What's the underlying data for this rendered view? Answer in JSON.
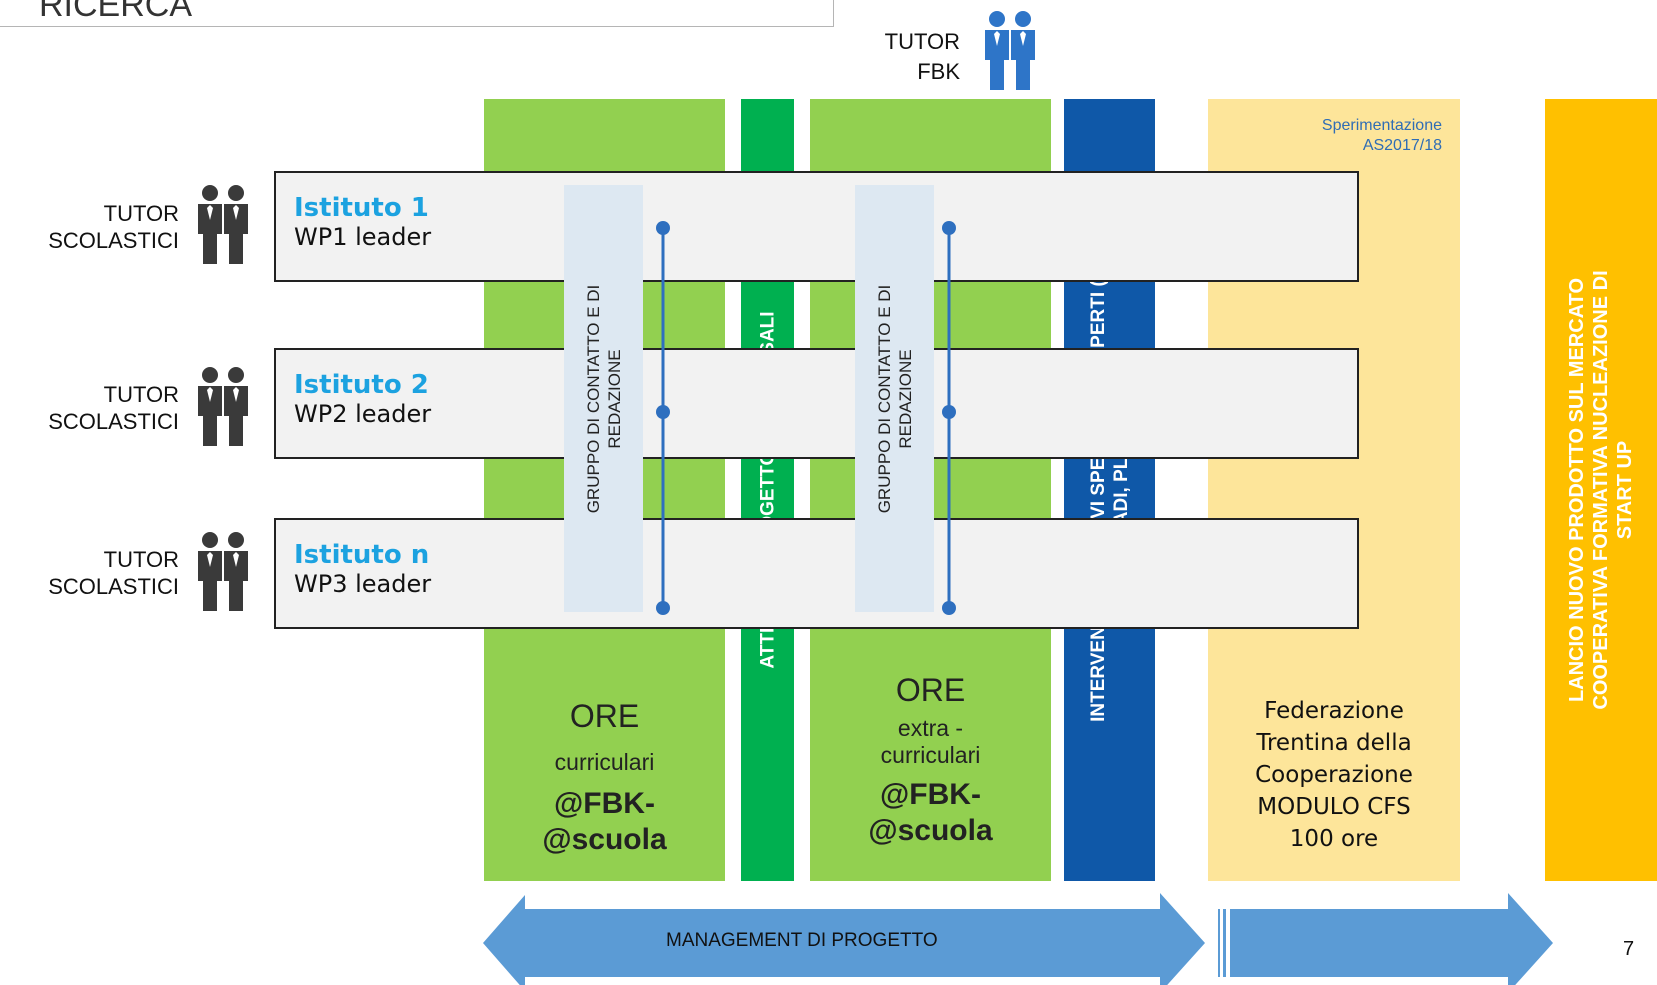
{
  "title": "RICERCA",
  "tutor_fbk": {
    "line1": "TUTOR",
    "line2": "FBK",
    "icon": "people-icon",
    "color": "#2e75c8"
  },
  "tutor_scolastici": [
    {
      "line1": "TUTOR",
      "line2": "SCOLASTICI"
    },
    {
      "line1": "TUTOR",
      "line2": "SCOLASTICI"
    },
    {
      "line1": "TUTOR",
      "line2": "SCOLASTICI"
    }
  ],
  "institutes": [
    {
      "name": "Istituto 1",
      "wp": "WP1 leader"
    },
    {
      "name": "Istituto 2",
      "wp": "WP2 leader"
    },
    {
      "name": "Istituto n",
      "wp": "WP3 leader"
    }
  ],
  "group_label": {
    "line1": "GRUPPO DI CONTATTO E DI",
    "line2": "REDAZIONE"
  },
  "columns": {
    "curricular": {
      "ore": "ORE",
      "sub": "curriculari",
      "line1": "@FBK-",
      "line2": "@scuola"
    },
    "transversal": {
      "text": "ATTIVITA DI PROGETTO TRASVERSALI"
    },
    "extracurricular": {
      "ore": "ORE",
      "sub1": "extra -",
      "sub2": "curriculari",
      "line1": "@FBK-",
      "line2": "@scuola"
    },
    "experts": {
      "line1": "INTERVENTI FORMATIVI SPECIFICI DI ESPERTI  (eg",
      "line2": "CNF, ADI, PLanck)"
    },
    "federazione": {
      "note1": "Sperimentazione",
      "note2": "AS2017/18",
      "lines": [
        "Federazione",
        "Trentina della",
        "Cooperazione",
        "MODULO CFS",
        "100 ore"
      ]
    },
    "launch": {
      "lines": [
        "LANCIO NUOVO PRODOTTO SUL MERCATO",
        "COOPERATIVA FORMATIVA NUCLEAZIONE DI",
        "START UP"
      ]
    }
  },
  "management": {
    "label": "MANAGEMENT DI PROGETTO"
  },
  "page_number": "7",
  "colors": {
    "green": "#92d050",
    "dark_green": "#00b050",
    "blue": "#0f58a8",
    "cream": "#fde59a",
    "orange": "#ffc000",
    "arrow": "#5b9bd5",
    "istituto": "#1ca2e0"
  }
}
